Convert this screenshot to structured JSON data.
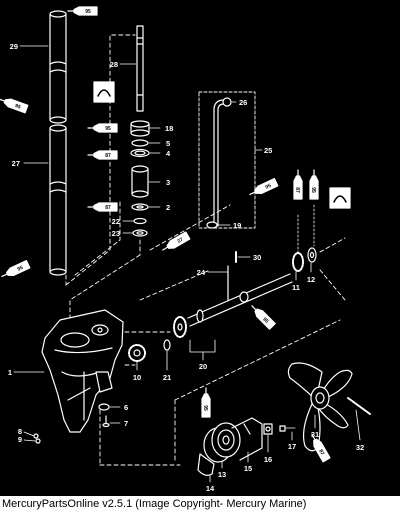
{
  "diagram": {
    "background_color": "#000000",
    "line_color": "#ffffff",
    "callouts": [
      "1",
      "2",
      "3",
      "4",
      "5",
      "6",
      "7",
      "8",
      "9",
      "10",
      "11",
      "12",
      "13",
      "14",
      "15",
      "16",
      "17",
      "18",
      "19",
      "20",
      "21",
      "22",
      "23",
      "24",
      "25",
      "26",
      "27",
      "28",
      "29",
      "30",
      "31",
      "32"
    ],
    "lubricant_codes": [
      "95",
      "87",
      "25",
      "27"
    ],
    "caption": "MercuryPartsOnline v2.5.1 (Image Copyright- Mercury Marine)"
  }
}
